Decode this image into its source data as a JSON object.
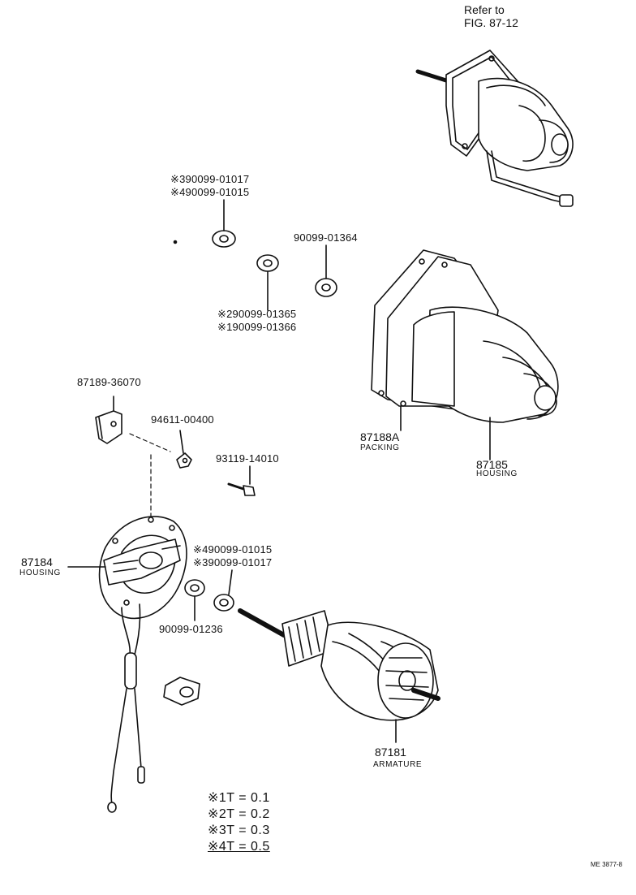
{
  "reference": {
    "line1": "Refer to",
    "line2": "FIG. 87-12"
  },
  "labels": {
    "washer_top_a": "※390099-01017",
    "washer_top_b": "※490099-01015",
    "washer_right": "90099-01364",
    "washer_mid_a": "※290099-01365",
    "washer_mid_b": "※190099-01366",
    "bracket": "87189-36070",
    "nut": "94611-00400",
    "screw": "93119-14010",
    "washer_low_a": "※490099-01015",
    "washer_low_b": "※390099-01017",
    "washer_low_c": "90099-01236"
  },
  "parts": {
    "packing": {
      "number": "87188A",
      "name": "PACKING"
    },
    "housing_right": {
      "number": "87185",
      "name": "HOUSING"
    },
    "housing_left": {
      "number": "87184",
      "name": "HOUSING"
    },
    "armature": {
      "number": "87181",
      "name": "ARMATURE"
    }
  },
  "thickness_notes": [
    "※1T = 0.1",
    "※2T = 0.2",
    "※3T = 0.3",
    "※4T = 0.5"
  ],
  "footer_code": "ME 3877-8"
}
